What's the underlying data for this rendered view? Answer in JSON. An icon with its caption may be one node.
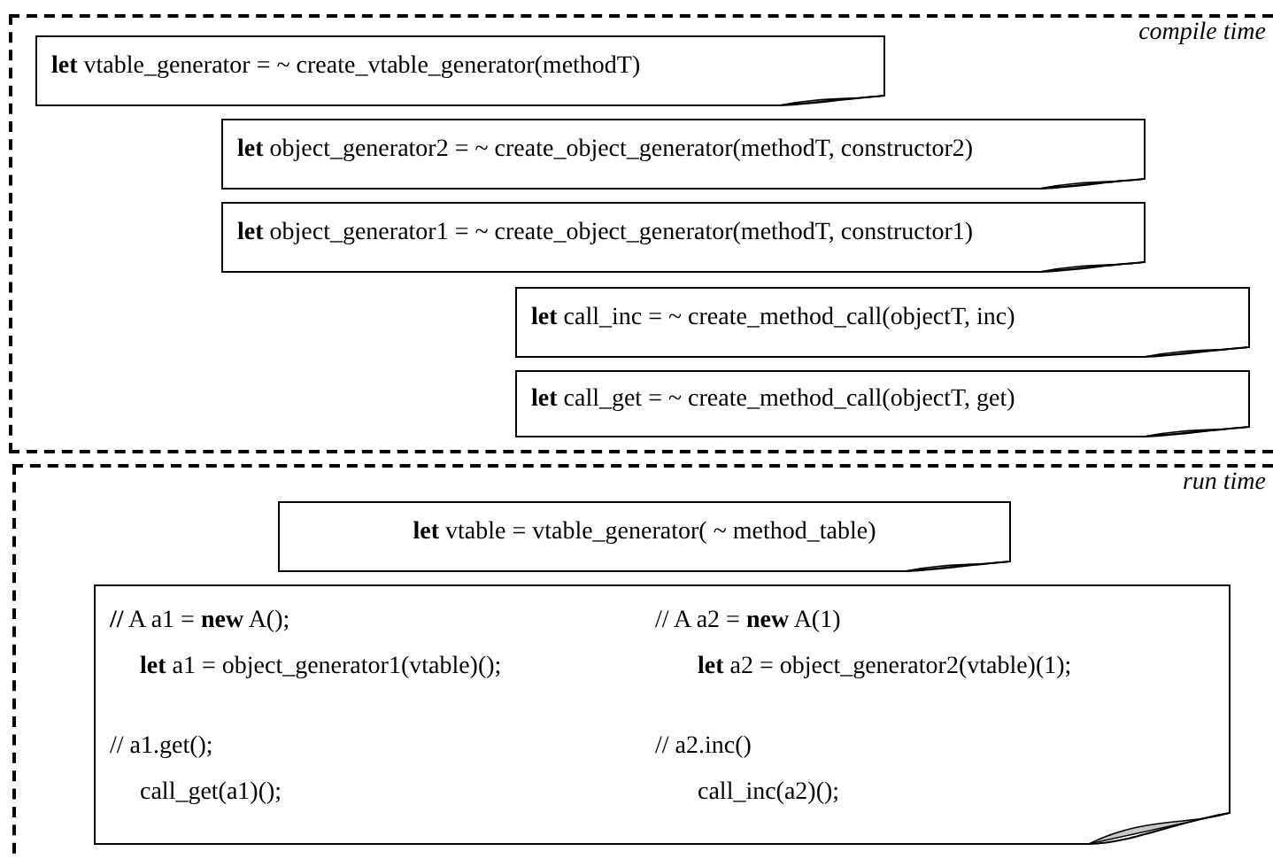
{
  "diagram": {
    "nodes": [
      {
        "text": [
          "compile time"
        ]
      },
      {
        "text": [
          "**let** vtable_generator = ~ create_vtable_generator(methodT)"
        ],
        "in": 0
      },
      {
        "text": [
          "**let** object_generator2 = ~ create_object_generator(methodT, constructor2)"
        ],
        "in": 0
      },
      {
        "text": [
          "**let** object_generator1 = ~ create_object_generator(methodT, constructor1)"
        ],
        "in": 0
      },
      {
        "text": [
          "**let** call_inc = ~ create_method_call(objectT, inc)"
        ],
        "in": 0
      },
      {
        "text": [
          "**let** call_get = ~ create_method_call(objectT, get)"
        ],
        "in": 0
      },
      {
        "text": [
          "run time"
        ]
      },
      {
        "text": [
          "**let** vtable = vtable_generator( ~ method_table)"
        ],
        "in": 6
      },
      {
        "text": [
          "**//** A a1 = **new** A();",
          "**let** a1 = object_generator1(vtable)();",
          "// a1.get();",
          "call_get(a1)();",
          "// A a2 = **new** A(1)",
          "**let** a2 = object_generator2(vtable)(1);",
          "// a2.inc()",
          "call_inc(a2)();"
        ],
        "in": 6
      }
    ]
  }
}
